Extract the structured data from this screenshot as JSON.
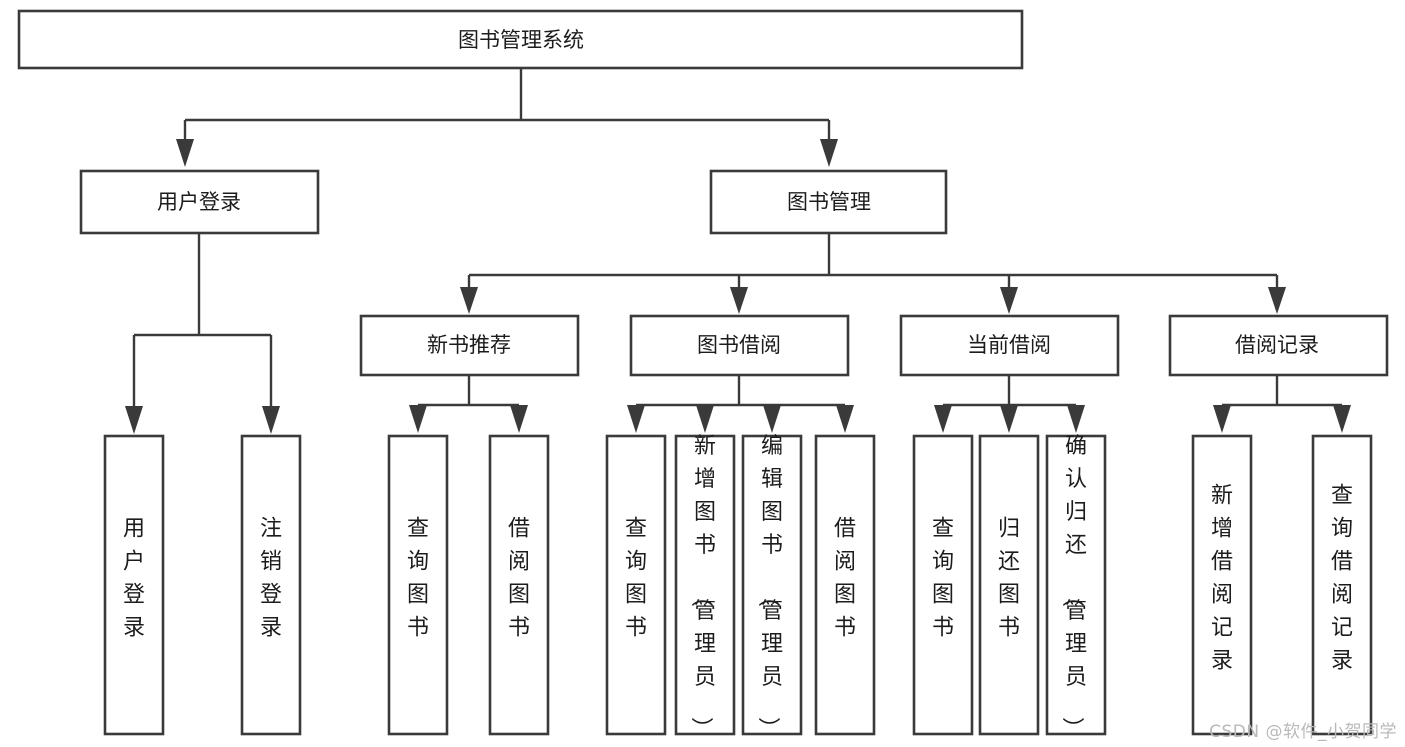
{
  "diagram": {
    "title": "图书管理系统",
    "type": "tree-hierarchy-chart",
    "watermark": "CSDN @软件_小贺同学",
    "colors": {
      "stroke": "#3a3a3a",
      "box_fill": "#ffffff",
      "text": "#1c1c1c",
      "background": "#ffffff",
      "watermark": "#b9b9b9"
    },
    "root": {
      "label": "图书管理系统"
    },
    "level2": [
      {
        "label": "用户登录"
      },
      {
        "label": "图书管理"
      }
    ],
    "level3": [
      {
        "label": "新书推荐"
      },
      {
        "label": "图书借阅"
      },
      {
        "label": "当前借阅"
      },
      {
        "label": "借阅记录"
      }
    ],
    "leaves": {
      "user_login": [
        {
          "label": "用户登录"
        },
        {
          "label": "注销登录"
        }
      ],
      "new_book_recommend": [
        {
          "label": "查询图书"
        },
        {
          "label": "借阅图书"
        }
      ],
      "book_borrow": [
        {
          "label": "查询图书"
        },
        {
          "label": "新增图书（管理员）"
        },
        {
          "label": "编辑图书（管理员）"
        },
        {
          "label": "借阅图书"
        }
      ],
      "current_borrow": [
        {
          "label": "查询图书"
        },
        {
          "label": "归还图书"
        },
        {
          "label": "确认归还（管理员）"
        }
      ],
      "borrow_records": [
        {
          "label": "新增借阅记录"
        },
        {
          "label": "查询借阅记录"
        }
      ]
    }
  }
}
